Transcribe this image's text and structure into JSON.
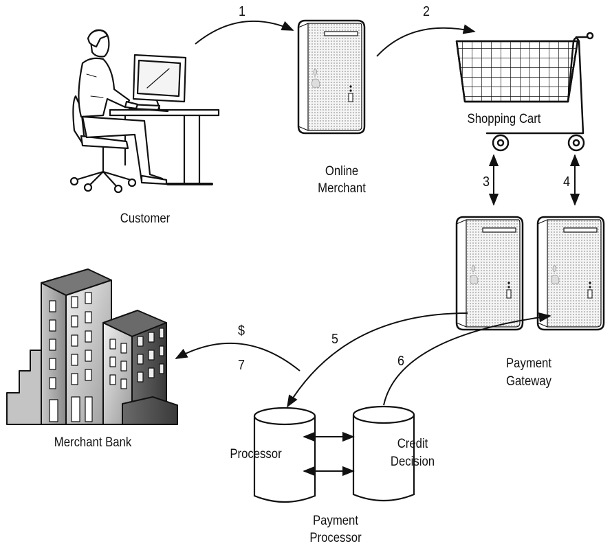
{
  "nodes": {
    "customer": "Customer",
    "online_merchant": [
      "Online",
      "Merchant"
    ],
    "shopping_cart": "Shopping Cart",
    "payment_gateway": [
      "Payment",
      "Gateway"
    ],
    "merchant_bank": "Merchant Bank",
    "processor": "Processor",
    "credit_decision": [
      "Credit",
      "Decision"
    ],
    "payment_processor": [
      "Payment",
      "Processor"
    ]
  },
  "steps": [
    "1",
    "2",
    "3",
    "4",
    "5",
    "6",
    "7"
  ],
  "money_symbol": "$",
  "colors": {
    "stroke": "#111111",
    "building_dark": "#555555",
    "building_light": "#dddddd"
  }
}
